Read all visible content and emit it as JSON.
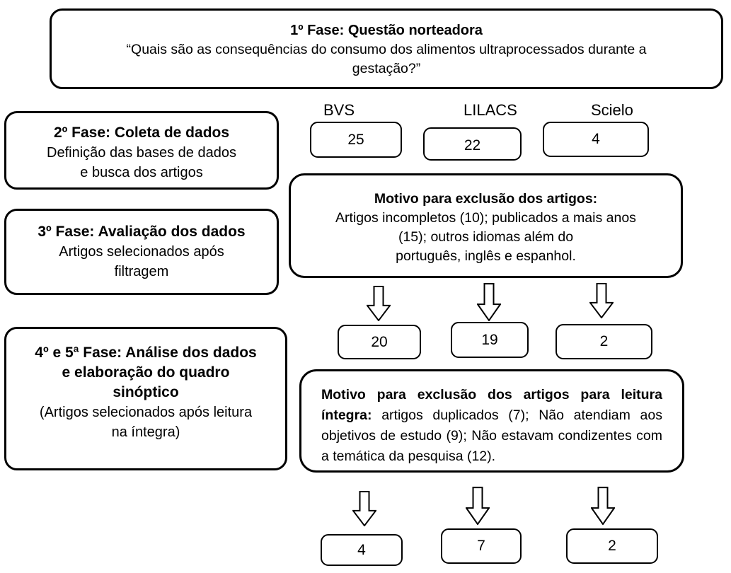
{
  "colors": {
    "background": "#ffffff",
    "line": "#000000",
    "text": "#000000"
  },
  "phase1": {
    "title": "1º Fase: Questão norteadora",
    "question_lines": [
      "“Quais são as consequências do consumo dos alimentos ultraprocessados durante a",
      "gestação?”"
    ]
  },
  "phase2": {
    "title": "2º Fase: Coleta de dados",
    "description_lines": [
      "Definição das bases de dados",
      "e busca dos artigos"
    ]
  },
  "phase3": {
    "title": "3º Fase: Avaliação dos dados",
    "description_lines": [
      "Artigos selecionados após",
      "filtragem"
    ]
  },
  "phase45": {
    "title_lines": [
      "4º e 5ª Fase: Análise dos dados",
      "e elaboração do quadro",
      "sinóptico"
    ],
    "description_lines": [
      "(Artigos selecionados após leitura",
      "na íntegra)"
    ]
  },
  "columns": [
    {
      "database": "BVS",
      "initial": "25",
      "after_filter": "20",
      "final": "4"
    },
    {
      "database": "LILACS",
      "initial": "22",
      "after_filter": "19",
      "final": "7"
    },
    {
      "database": "Scielo",
      "initial": "4",
      "after_filter": "2",
      "final": "2"
    }
  ],
  "exclusion1": {
    "title": "Motivo para exclusão dos artigos:",
    "body_lines": [
      "Artigos incompletos (10); publicados a mais anos",
      "(15); outros idiomas além do",
      "português, inglês e espanhol."
    ]
  },
  "exclusion2": {
    "title": "Motivo para exclusão dos artigos para leitura íntegra:",
    "body": "artigos duplicados (7); Não atendiam aos objetivos de estudo (9); Não estavam condizentes com a temática da pesquisa (12)."
  }
}
